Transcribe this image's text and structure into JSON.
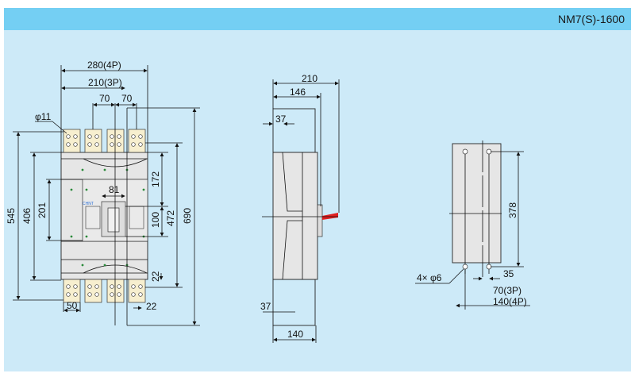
{
  "header": {
    "model": "NM7(S)-1600"
  },
  "colors": {
    "header_bar": "#74cff3",
    "panel": "#cdeaf8",
    "handle": "#e02020",
    "terminal": "#f7efcf"
  },
  "front_view": {
    "brand_label": "CHNT",
    "dims": {
      "width_4p": "280(4P)",
      "width_3p": "210(3P)",
      "pitch_1": "70",
      "pitch_2": "70",
      "hole_dia": "φ11",
      "h_545": "545",
      "h_406": "406",
      "h_201": "201",
      "h_172": "172",
      "h_100": "100",
      "h_472": "472",
      "h_690": "690",
      "w_81": "81",
      "d_22_top": "22",
      "d_22_bottom": "22",
      "w_50": "50"
    }
  },
  "side_view": {
    "dims": {
      "d_210": "210",
      "d_146": "146",
      "d_37_top": "37",
      "d_37_bottom": "37",
      "d_140": "140"
    }
  },
  "mounting_view": {
    "dims": {
      "h_378": "378",
      "holes": "4× φ6",
      "d_35": "35",
      "w_3p": "70(3P)",
      "w_4p": "140(4P)"
    }
  }
}
